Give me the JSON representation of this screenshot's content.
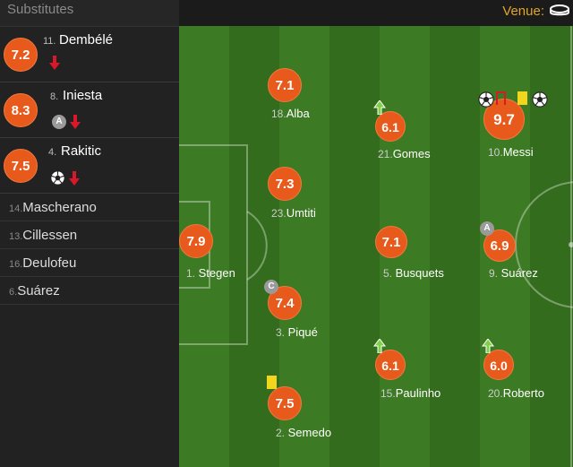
{
  "substitutes": {
    "header": "Substitutes",
    "rated": [
      {
        "rating": "7.2",
        "number": "11.",
        "name": "Dembélé",
        "icons": [
          "sub-out-icon"
        ]
      },
      {
        "rating": "8.3",
        "number": "8.",
        "name": "Iniesta",
        "icons": [
          "assist-icon",
          "sub-out-icon"
        ],
        "assist_label": "A"
      },
      {
        "rating": "7.5",
        "number": "4.",
        "name": "Rakitic",
        "icons": [
          "goal-icon",
          "sub-out-icon"
        ]
      }
    ],
    "unused": [
      {
        "number": "14.",
        "name": "Mascherano"
      },
      {
        "number": "13.",
        "name": "Cillessen"
      },
      {
        "number": "16.",
        "name": "Deulofeu"
      },
      {
        "number": "6.",
        "name": "Suárez"
      }
    ]
  },
  "header": {
    "venue_label": "Venue:",
    "venue_icon": "stadium-icon"
  },
  "players": {
    "stegen": {
      "rating": "7.9",
      "number": "1.",
      "name": "Stegen"
    },
    "alba": {
      "rating": "7.1",
      "number": "18.",
      "name": "Alba"
    },
    "umtiti": {
      "rating": "7.3",
      "number": "23.",
      "name": "Umtiti"
    },
    "pique": {
      "rating": "7.4",
      "number": "3.",
      "name": "Piqué",
      "captain_label": "C"
    },
    "semedo": {
      "rating": "7.5",
      "number": "2.",
      "name": "Semedo"
    },
    "gomes": {
      "rating": "6.1",
      "number": "21.",
      "name": "Gomes"
    },
    "busquets": {
      "rating": "7.1",
      "number": "5.",
      "name": "Busquets"
    },
    "paulinho": {
      "rating": "6.1",
      "number": "15.",
      "name": "Paulinho"
    },
    "messi": {
      "rating": "9.7",
      "number": "10.",
      "name": "Messi"
    },
    "suarez": {
      "rating": "6.9",
      "number": "9.",
      "name": "Suárez",
      "assist_label": "A"
    },
    "roberto": {
      "rating": "6.0",
      "number": "20.",
      "name": "Roberto"
    }
  },
  "colors": {
    "rating_badge": "#e8591c",
    "venue_text": "#e2a42d",
    "pitch_dark": "#336c1d",
    "pitch_light": "#3d7a24",
    "sub_in_arrow": "#7fd046",
    "sub_out_arrow": "#d9182a",
    "yellow_card": "#f2d51d",
    "red_card": "#d9182a"
  }
}
